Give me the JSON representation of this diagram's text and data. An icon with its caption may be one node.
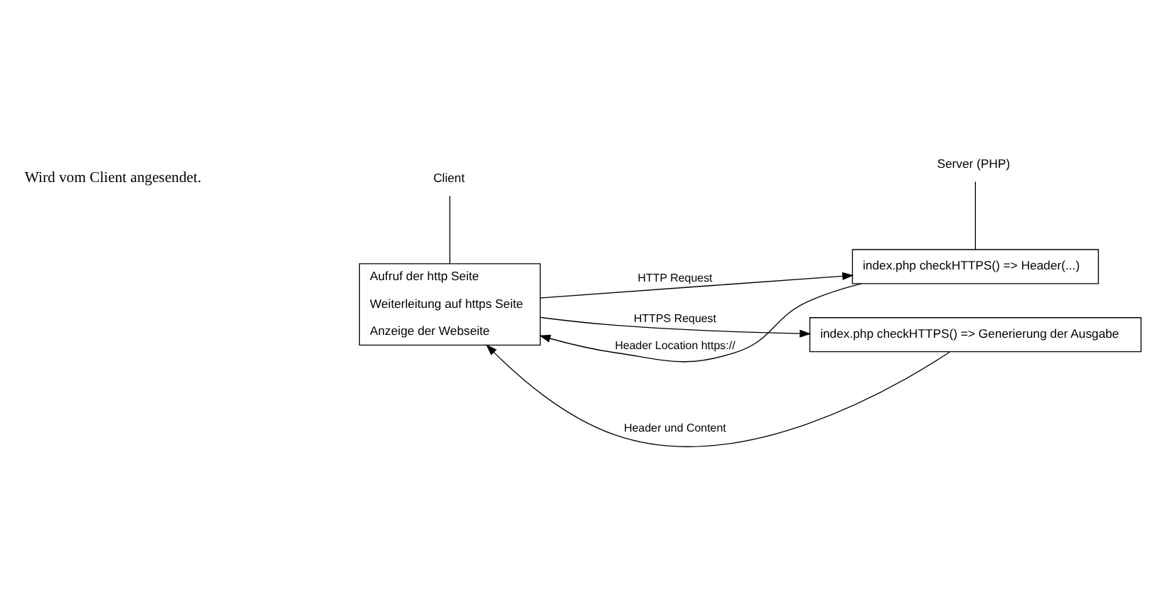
{
  "diagram": {
    "nodes": [
      {
        "text": [
          "Client"
        ]
      },
      {
        "text": [
          "Aufruf der http Seite",
          "Weiterleitung auf https Seite",
          "Anzeige der Webseite"
        ]
      },
      {
        "text": [
          "Server (PHP)"
        ]
      },
      {
        "text": [
          "index.php checkHTTPS() => Header(...)"
        ]
      },
      {
        "text": [
          "index.php checkHTTPS() => Generierung der Ausgabe"
        ]
      }
    ],
    "edges": [
      {
        "from": 0,
        "to": 1,
        "arrow": "none"
      },
      {
        "from": 2,
        "to": 3,
        "arrow": "none"
      },
      {
        "from": 1,
        "to": 3,
        "arrow": "to",
        "label": "HTTP Request"
      },
      {
        "from": 3,
        "to": 1,
        "arrow": "to",
        "label": "Header Location https://"
      },
      {
        "from": 1,
        "to": 4,
        "arrow": "to",
        "label": "HTTPS Request"
      },
      {
        "from": 4,
        "to": 1,
        "arrow": "to",
        "label": "Header und Content"
      }
    ],
    "labels": [
      "Wird vom Client angesendet."
    ]
  }
}
